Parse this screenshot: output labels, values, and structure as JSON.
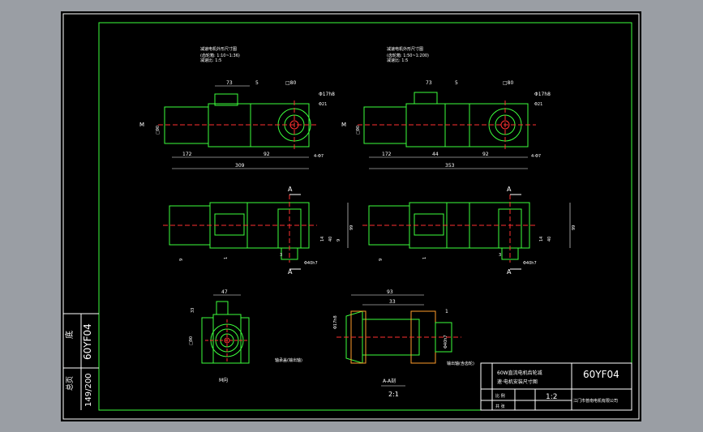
{
  "drawing": {
    "title_code": "60YF04",
    "sheet_label": "1:2",
    "company_label": "江门市普南电机有限公司"
  },
  "side_panel": {
    "code_text": "60YF04",
    "ratio_text": "149/200",
    "label_top": "底",
    "label_bottom": "总页"
  },
  "title_block": {
    "description_line1": "60W直流电机齿轮减",
    "description_line2": "速·电机安装尺寸图",
    "row_small": "比 例",
    "row_small2": "共 张"
  },
  "view_left_top": {
    "note_line1": "减速电机外形尺寸图",
    "note_line2": "(齿轮箱: 1:10~1:36)",
    "note_line3": "减速比: 1:5",
    "dims": {
      "d73": "73",
      "d5": "5",
      "box": "□80",
      "d172": "172",
      "d92": "92",
      "d309": "309",
      "phi": "Φ17h8",
      "phi2": "Φ21",
      "d4": "4-Φ7"
    },
    "side_marks": [
      "M",
      "□90"
    ]
  },
  "view_right_top": {
    "note_line1": "减速电机外形尺寸图",
    "note_line2": "(齿轮箱: 1:50~1:200)",
    "note_line3": "减速比: 1:5",
    "dims": {
      "d73": "73",
      "d5": "5",
      "box": "□80",
      "d172": "172",
      "d44": "44",
      "d92": "92",
      "d353": "353",
      "phi": "Φ17h8",
      "phi2": "Φ21",
      "d4": "4-Φ7"
    },
    "side_marks": [
      "M",
      "□90"
    ]
  },
  "view_left_mid": {
    "section_label": "A",
    "dims": {
      "d9": "9",
      "d1": "1",
      "d14": "14",
      "d40": "40",
      "d9b": "9",
      "d99": "99",
      "phi40": "Φ40h7",
      "d3": "3"
    }
  },
  "view_right_mid": {
    "section_label": "A",
    "dims": {
      "d9": "9",
      "d1": "1",
      "d14": "14",
      "d40": "40",
      "d99": "99",
      "phi40": "Φ40h7",
      "d3": "3"
    }
  },
  "view_end": {
    "dims": {
      "d47": "47",
      "d33": "33",
      "box": "□90"
    },
    "caption": "M向"
  },
  "view_section": {
    "dims": {
      "d93": "93",
      "d33": "33",
      "d1": "1",
      "phi17": "Φ17h8",
      "phi40": "Φ40h7"
    },
    "left_note": "轴承盖(输出轴)",
    "right_note": "输出轴(含齿轮)",
    "caption": "A-A剖",
    "scale": "2:1"
  }
}
